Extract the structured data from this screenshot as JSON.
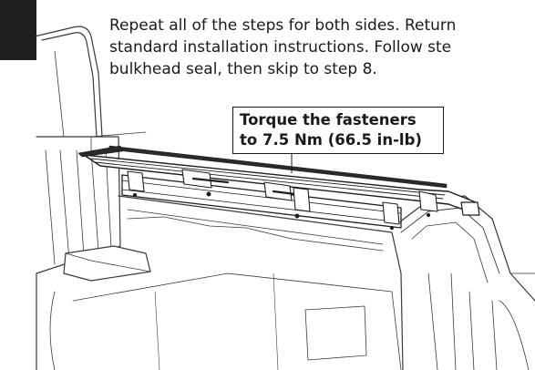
{
  "step": {
    "instruction_lines": [
      "Repeat all of the steps for both sides. Return",
      "standard installation instructions.  Follow ste",
      "bulkhead seal, then skip to step 8."
    ]
  },
  "callout": {
    "lines": [
      "Torque the fasteners",
      "to 7.5 Nm (66.5 in-lb)"
    ]
  }
}
